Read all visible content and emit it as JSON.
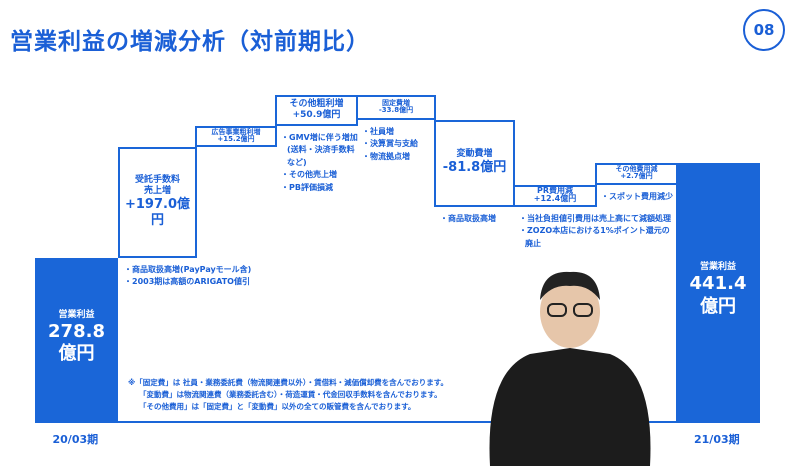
{
  "title": "営業利益の増減分析（対前期比）",
  "page_number": "08",
  "colors": {
    "accent": "#1a66d8"
  },
  "chart_data": {
    "type": "waterfall",
    "unit": "億円",
    "categories": [
      "20/03期",
      "受託手数料売上増",
      "広告事業粗利増",
      "その他粗利増",
      "固定費増",
      "変動費増",
      "PR費用減",
      "その他費用減",
      "21/03期"
    ],
    "values": [
      278.8,
      197.0,
      15.2,
      50.9,
      -33.8,
      -81.8,
      12.4,
      2.7,
      441.4
    ],
    "bars": [
      {
        "kind": "total",
        "lines": [
          "営業利益",
          "278.8",
          "億円"
        ],
        "xlabel": "20/03期"
      },
      {
        "kind": "step",
        "lines": [
          "受託手数料",
          "売上増",
          "+197.0億円"
        ],
        "notes": [
          "・商品取扱高増(PayPayモール含)",
          "・2003期は高額のARIGATO値引"
        ]
      },
      {
        "kind": "step",
        "lines": [
          "広告事業粗利増",
          "+15.2億円"
        ],
        "notes": []
      },
      {
        "kind": "step",
        "lines": [
          "その他粗利増",
          "+50.9億円"
        ],
        "notes": [
          "・GMV増に伴う増加",
          "(送料・決済手数料",
          "など)",
          "・その他売上増",
          "・PB評価損減"
        ]
      },
      {
        "kind": "step",
        "lines": [
          "固定費増",
          "-33.8億円"
        ],
        "notes": [
          "・社員増",
          "・決算賞与支給",
          "・物流拠点増"
        ]
      },
      {
        "kind": "step",
        "lines": [
          "変動費増",
          "-81.8億円"
        ],
        "notes": [
          "・商品取扱高増"
        ]
      },
      {
        "kind": "step",
        "lines": [
          "PR費用減",
          "+12.4億円"
        ],
        "notes": [
          "・当社負担値引費用は売上高にて減額処理",
          "・ZOZO本店における1%ポイント還元の",
          "廃止"
        ]
      },
      {
        "kind": "step",
        "lines": [
          "その他費用減",
          "+2.7億円"
        ],
        "notes": [
          "・スポット費用減少"
        ]
      },
      {
        "kind": "total",
        "lines": [
          "営業利益",
          "441.4",
          "億円"
        ],
        "xlabel": "21/03期"
      }
    ]
  },
  "footnote": [
    "※「固定費」は 社員・業務委託費（物流関連費以外）・賃借料・減価償却費を含んでおります。",
    "「変動費」は物流関連費（業務委託含む）・荷造運賃・代金回収手数料を含んでおります。",
    "「その他費用」は「固定費」と「変動費」以外の全ての販管費を含んでおります。"
  ]
}
